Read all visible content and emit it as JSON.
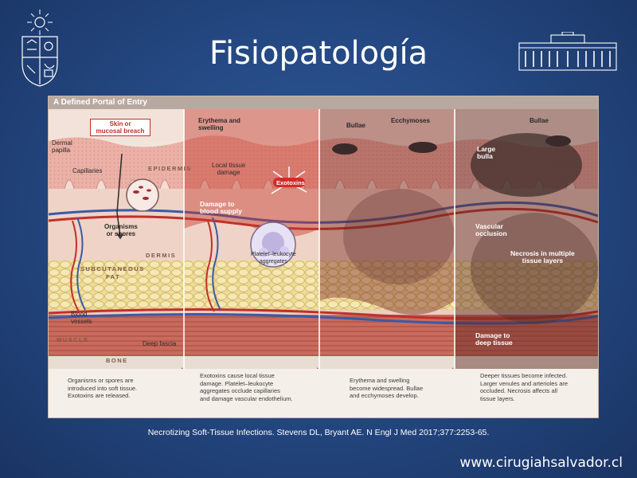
{
  "slide": {
    "title": "Fisiopatología",
    "citation": "Necrotizing Soft-Tissue Infections. Stevens DL, Bryant AE. N Engl J Med 2017;377:2253-65.",
    "website": "www.cirugiahsalvador.cl"
  },
  "figure": {
    "header": "A  Defined Portal of Entry",
    "strata": {
      "epidermis": "EPIDERMIS",
      "dermis": "DERMIS",
      "subcutaneous_fat_1": "SUBCUTANEOUS",
      "subcutaneous_fat_2": "FAT",
      "muscle": "MUSCLE",
      "bone": "BONE"
    },
    "panel1": {
      "skin_breach_1": "Skin or",
      "skin_breach_2": "mucosal breach",
      "dermal_papilla_1": "Dermal",
      "dermal_papilla_2": "papilla",
      "capillaries": "Capillaries",
      "organisms_1": "Organisms",
      "organisms_2": "or spores",
      "blood_vessels_1": "Blood",
      "blood_vessels_2": "vessels",
      "deep_fascia": "Deep fascia"
    },
    "panel2": {
      "erythema_1": "Erythema and",
      "erythema_2": "swelling",
      "local_damage_1": "Local tissue",
      "local_damage_2": "damage",
      "exotoxins": "Exotoxins",
      "blood_supply_1": "Damage to",
      "blood_supply_2": "blood supply",
      "platelet_1": "Platelet–leukocyte",
      "platelet_2": "aggregates"
    },
    "panel3": {
      "bullae": "Bullae",
      "ecchymoses": "Ecchymoses"
    },
    "panel4": {
      "bullae": "Bullae",
      "large_bulla_1": "Large",
      "large_bulla_2": "bulla",
      "vascular_1": "Vascular",
      "vascular_2": "occlusion",
      "necrosis_1": "Necrosis in multiple",
      "necrosis_2": "tissue layers",
      "deep_damage_1": "Damage to",
      "deep_damage_2": "deep tissue"
    },
    "captions": [
      [
        "Organisms or spores are",
        "introduced into soft tissue.",
        "Exotoxins are released."
      ],
      [
        "Exotoxins cause local tissue",
        "damage. Platelet–leukocyte",
        "aggregates occlude capillaries",
        "and damage vascular endothelium."
      ],
      [
        "Erythema and swelling",
        "become widespread. Bullae",
        "and ecchymoses develop."
      ],
      [
        "Deeper tissues become infected.",
        "Larger venules and arterioles are",
        "occluded. Necrosis affects all",
        "tissue layers."
      ]
    ]
  },
  "colors": {
    "background": "#23467f",
    "title_text": "#ffffff",
    "skin": "#e9a9a0",
    "dermis": "#efd2c4",
    "fat": "#ecd890",
    "muscle": "#c86a5a",
    "vessel_red": "#c0302a",
    "vessel_blue": "#3a5aa8",
    "exotoxin_red": "#d42a2a"
  },
  "icons": {
    "left_logo": "university-crest-icon",
    "right_logo": "hospital-building-icon"
  }
}
